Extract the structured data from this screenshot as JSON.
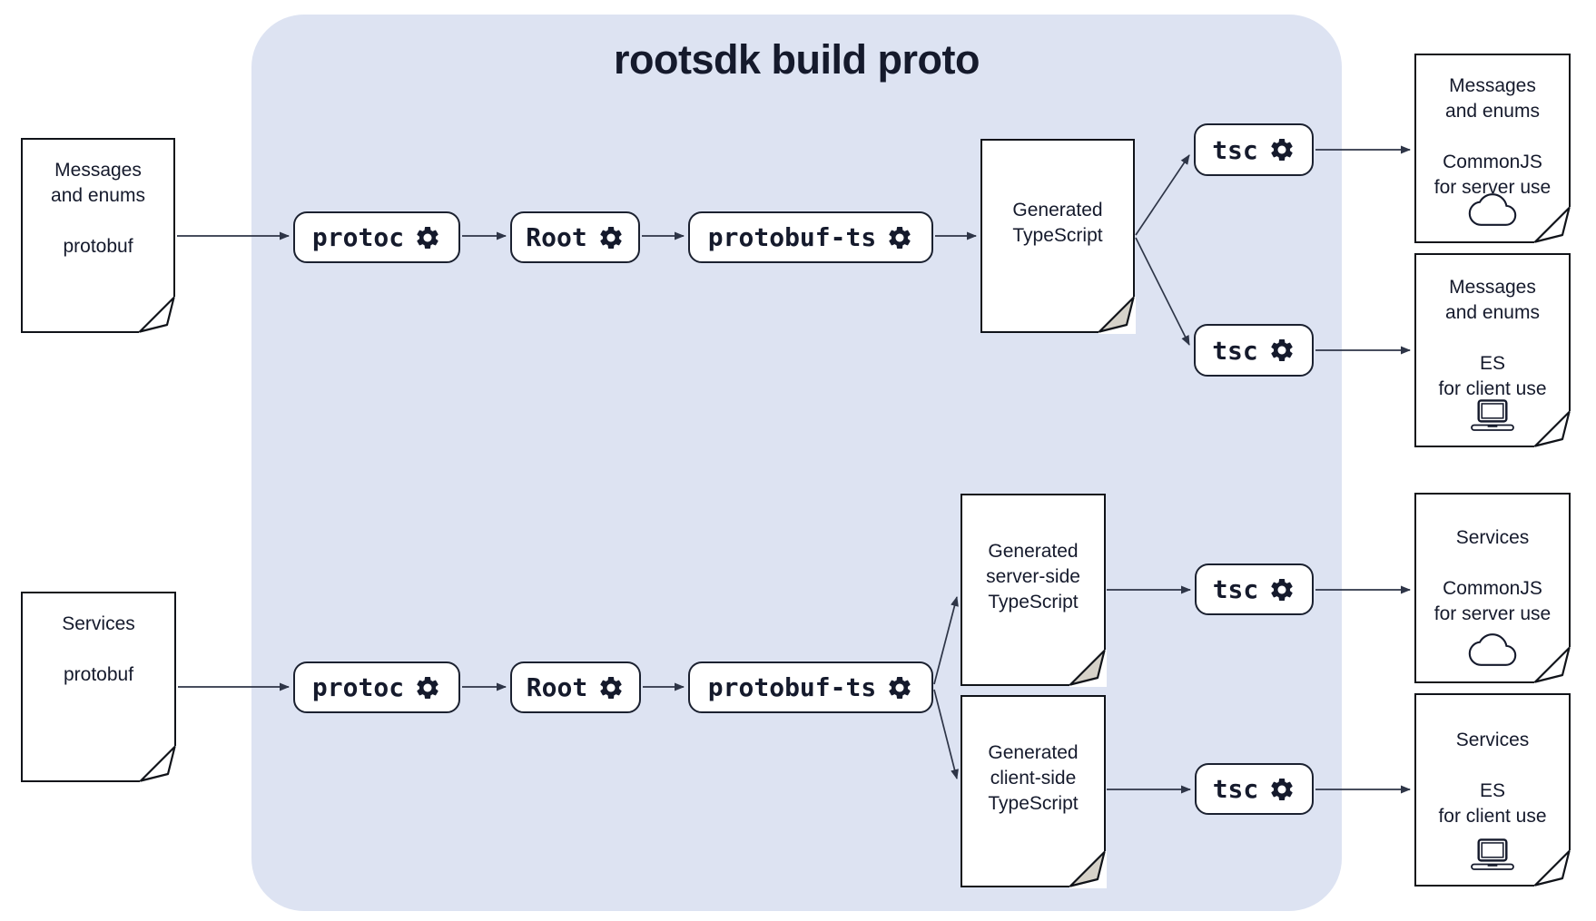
{
  "title": "rootsdk build proto",
  "colors": {
    "container_bg": "#dde3f2",
    "ink": "#151a2c",
    "doc_border": "#101319",
    "pill_border": "#1b2130",
    "arrow": "#2e3547",
    "fold_fill": "#d6d2c9",
    "box_bg": "#ffffff"
  },
  "documents": [
    {
      "id": "input-messages",
      "lines": [
        "Messages",
        "and enums",
        "",
        "protobuf"
      ],
      "icon": "none"
    },
    {
      "id": "input-services",
      "lines": [
        "Services",
        "",
        "protobuf"
      ],
      "icon": "none"
    },
    {
      "id": "generated-typescript",
      "lines": [
        "Generated",
        "TypeScript"
      ],
      "icon": "none"
    },
    {
      "id": "generated-server-ts",
      "lines": [
        "Generated",
        "server-side",
        "TypeScript"
      ],
      "icon": "none"
    },
    {
      "id": "generated-client-ts",
      "lines": [
        "Generated",
        "client-side",
        "TypeScript"
      ],
      "icon": "none"
    },
    {
      "id": "output-messages-commonjs",
      "lines": [
        "Messages",
        "and enums",
        "",
        "CommonJS",
        "for server use"
      ],
      "icon": "cloud-icon"
    },
    {
      "id": "output-messages-es",
      "lines": [
        "Messages",
        "and enums",
        "",
        "ES",
        "for client use"
      ],
      "icon": "laptop-icon"
    },
    {
      "id": "output-services-commonjs",
      "lines": [
        "Services",
        "",
        "CommonJS",
        "for server use"
      ],
      "icon": "cloud-icon"
    },
    {
      "id": "output-services-es",
      "lines": [
        "Services",
        "",
        "ES",
        "for client use"
      ],
      "icon": "laptop-icon"
    }
  ],
  "tools": [
    {
      "id": "protoc-top",
      "label": "protoc"
    },
    {
      "id": "root-top",
      "label": "Root"
    },
    {
      "id": "protobuf-ts-top",
      "label": "protobuf-ts"
    },
    {
      "id": "tsc-commonjs",
      "label": "tsc"
    },
    {
      "id": "tsc-es",
      "label": "tsc"
    },
    {
      "id": "protoc-bottom",
      "label": "protoc"
    },
    {
      "id": "root-bottom",
      "label": "Root"
    },
    {
      "id": "protobuf-ts-bottom",
      "label": "protobuf-ts"
    },
    {
      "id": "tsc-server",
      "label": "tsc"
    },
    {
      "id": "tsc-client",
      "label": "tsc"
    }
  ]
}
